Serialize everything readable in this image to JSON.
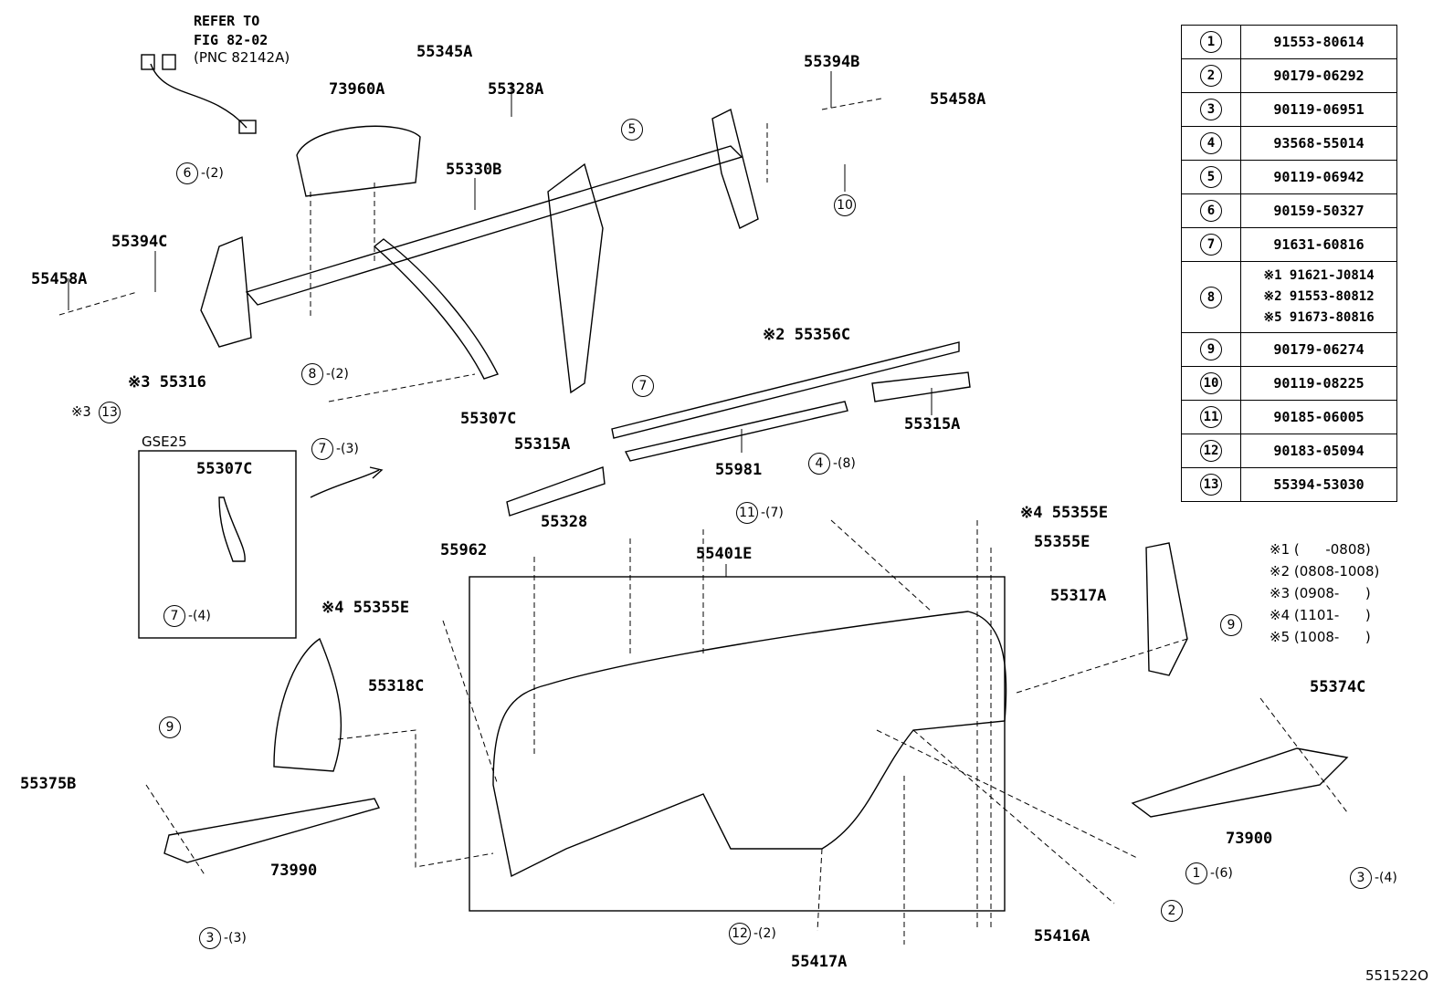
{
  "refer": {
    "line1": "REFER TO",
    "line2": "FIG 82-02",
    "line3": "(PNC 82142A)"
  },
  "parts": {
    "p73960A": "73960A",
    "p55345A": "55345A",
    "p55328A": "55328A",
    "p55394B": "55394B",
    "p55458A_top": "55458A",
    "p55330B": "55330B",
    "p55394C": "55394C",
    "p55458A_left": "55458A",
    "p55316": "※3 55316",
    "p13": "※3",
    "p55307C": "55307C",
    "gse25": "GSE25",
    "p55307C_inset": "55307C",
    "p55356C": "※2 55356C",
    "p55315A_right": "55315A",
    "p55981": "55981",
    "p55315A_left": "55315A",
    "p55328": "55328",
    "p55962": "55962",
    "p55401E": "55401E",
    "p55355E_a": "※4 55355E",
    "p55355E_b": "55355E",
    "p55355E_c": "※4 55355E",
    "p55317A": "55317A",
    "p55318C": "55318C",
    "p55374C": "55374C",
    "p55375B": "55375B",
    "p73990": "73990",
    "p73900": "73900",
    "p55416A": "55416A",
    "p55417A": "55417A",
    "figure_id": "551522O"
  },
  "callouts": {
    "c6": {
      "num": "6",
      "qty": "-(2)"
    },
    "c5": {
      "num": "5",
      "qty": ""
    },
    "c10": {
      "num": "10",
      "qty": ""
    },
    "c8": {
      "num": "8",
      "qty": "-(2)"
    },
    "c7a": {
      "num": "7",
      "qty": "-(3)"
    },
    "c7b": {
      "num": "7",
      "qty": ""
    },
    "c7c": {
      "num": "7",
      "qty": "-(4)"
    },
    "c4": {
      "num": "4",
      "qty": "-(8)"
    },
    "c11": {
      "num": "11",
      "qty": "-(7)"
    },
    "c9a": {
      "num": "9",
      "qty": ""
    },
    "c9b": {
      "num": "9",
      "qty": ""
    },
    "c3a": {
      "num": "3",
      "qty": "-(3)"
    },
    "c3b": {
      "num": "3",
      "qty": "-(4)"
    },
    "c12": {
      "num": "12",
      "qty": "-(2)"
    },
    "c1": {
      "num": "1",
      "qty": "-(6)"
    },
    "c2": {
      "num": "2",
      "qty": ""
    },
    "c13": {
      "num": "13",
      "qty": ""
    }
  },
  "table": [
    {
      "key": "1",
      "values": [
        "91553-80614"
      ]
    },
    {
      "key": "2",
      "values": [
        "90179-06292"
      ]
    },
    {
      "key": "3",
      "values": [
        "90119-06951"
      ]
    },
    {
      "key": "4",
      "values": [
        "93568-55014"
      ]
    },
    {
      "key": "5",
      "values": [
        "90119-06942"
      ]
    },
    {
      "key": "6",
      "values": [
        "90159-50327"
      ]
    },
    {
      "key": "7",
      "values": [
        "91631-60816"
      ]
    },
    {
      "key": "8",
      "values": [
        "※1 91621-J0814",
        "※2 91553-80812",
        "※5 91673-80816"
      ]
    },
    {
      "key": "9",
      "values": [
        "90179-06274"
      ]
    },
    {
      "key": "10",
      "values": [
        "90119-08225"
      ]
    },
    {
      "key": "11",
      "values": [
        "90185-06005"
      ]
    },
    {
      "key": "12",
      "values": [
        "90183-05094"
      ]
    },
    {
      "key": "13",
      "values": [
        "55394-53030"
      ]
    }
  ],
  "notes": [
    "※1 (      -0808)",
    "※2 (0808-1008)",
    "※3 (0908-      )",
    "※4 (1101-      )",
    "※5 (1008-      )"
  ]
}
